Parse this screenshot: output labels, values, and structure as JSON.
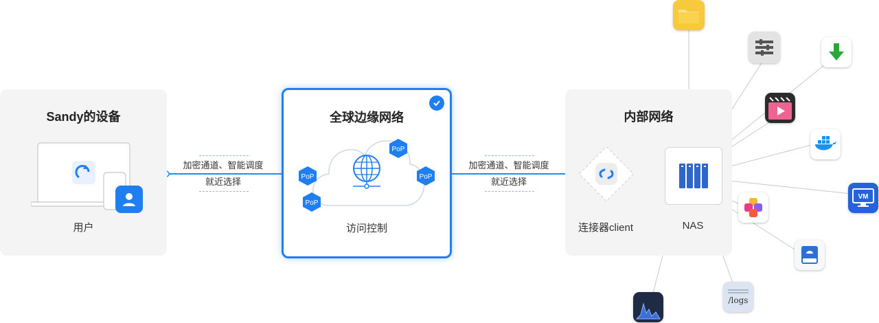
{
  "device_panel": {
    "title": "Sandy的设备",
    "user_label": "用户"
  },
  "network_panel": {
    "title": "全球边缘网络",
    "access_label": "访问控制",
    "pop_label": "PoP"
  },
  "internal_panel": {
    "title": "内部网络",
    "connector_label": "连接器client",
    "nas_label": "NAS"
  },
  "left_link": {
    "line1": "加密通道、智能调度",
    "line2": "就近选择"
  },
  "right_link": {
    "line1": "加密通道、智能调度",
    "line2": "就近选择"
  },
  "apps": {
    "vm_label": "VM",
    "logs_label": "/logs"
  },
  "colors": {
    "accent": "#1f7ef0",
    "line": "#1c8ff0",
    "panel_bg": "#f4f4f5"
  }
}
